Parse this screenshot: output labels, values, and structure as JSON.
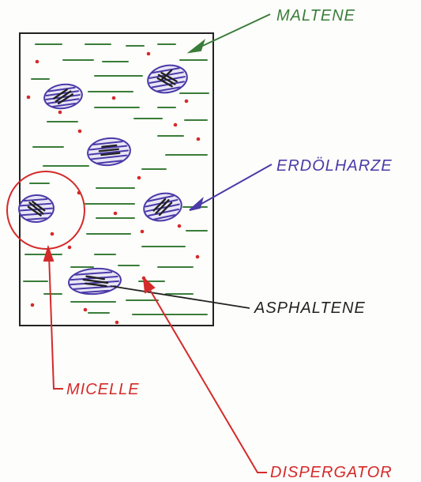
{
  "labels": {
    "maltene": "MALTENE",
    "erdoelharze": "ERDÖLHARZE",
    "asphaltene": "ASPHALTENE",
    "micelle": "MICELLE",
    "dispergator": "DISPERGATOR"
  },
  "colors": {
    "maltene": "#3a7d3a",
    "resin": "#4a3aa8",
    "dispergator": "#d42a2a",
    "asphaltene": "#222222",
    "frame": "#222222"
  }
}
